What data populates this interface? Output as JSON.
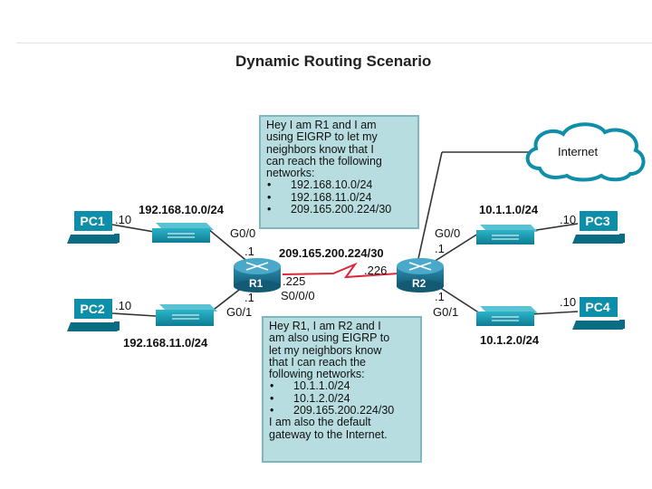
{
  "title": "Dynamic Routing Scenario",
  "internet": "Internet",
  "pcs": [
    "PC1",
    "PC2",
    "PC3",
    "PC4"
  ],
  "routers": [
    "R1",
    "R2"
  ],
  "networks": {
    "n1": "192.168.10.0/24",
    "n2": "192.168.11.0/24",
    "n3": "10.1.1.0/24",
    "n4": "10.1.2.0/24",
    "wan": "209.165.200.224/30"
  },
  "interfaces": {
    "r1_g00": "G0/0",
    "r1_g01": "G0/1",
    "r1_s000": "S0/0/0",
    "r2_g00": "G0/0",
    "r2_g01": "G0/1"
  },
  "addresses": {
    "pc1": ".10",
    "pc2": ".10",
    "pc3": ".10",
    "pc4": ".10",
    "r1_g00": ".1",
    "r1_g01": ".1",
    "r2_g00": ".1",
    "r2_g01": ".1",
    "r1_wan": ".225",
    "r2_wan": ".226"
  },
  "callout_r1": {
    "lines": [
      "Hey I am R1 and I am",
      "using EIGRP to let my",
      "neighbors know that I",
      "can reach the following",
      "networks:"
    ],
    "bullet": "•",
    "items": [
      "192.168.10.0/24",
      "192.168.11.0/24",
      "209.165.200.224/30"
    ]
  },
  "callout_r2": {
    "lines": [
      "Hey R1, I am R2 and I",
      "am also using EIGRP to",
      "let my neighbors know",
      "that I can reach the",
      "following networks:"
    ],
    "bullet": "•",
    "items": [
      "10.1.1.0/24",
      "10.1.2.0/24",
      "209.165.200.224/30"
    ],
    "tail": [
      "I am also the default",
      "gateway to the Internet."
    ]
  },
  "colors": {
    "device_teal": "#0e8ea8",
    "router_blue": "#1b6f8c",
    "callout_fill": "#b7dde0",
    "wan_link": "#d8283a"
  }
}
